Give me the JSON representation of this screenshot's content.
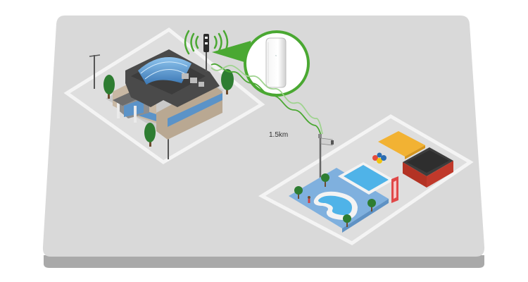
{
  "diagram": {
    "distance_label": "1.5km",
    "elements": [
      "office-building",
      "ap-antenna-mast",
      "ap-device-zoom",
      "wireless-link",
      "cctv-camera",
      "recreation-area",
      "swimming-pool",
      "kidney-pool",
      "warehouse",
      "trees",
      "street-lights"
    ]
  },
  "colors": {
    "background": "#ffffff",
    "platform_top": "#d9d9d9",
    "platform_side": "#a9a9a9",
    "lot": "#dedede",
    "lot_border": "#f4f4f4",
    "signal_green": "#4aa832",
    "signal_wave_light": "#9fd38f",
    "building_roof": "#4a4a4a",
    "building_wall": "#c8b8a4",
    "glass_blue": "#5b93c8",
    "water_blue": "#4fb3e8",
    "pool_area_blue": "#7fb0de",
    "warehouse_red": "#c0392b",
    "tree_green": "#2e7d32"
  }
}
